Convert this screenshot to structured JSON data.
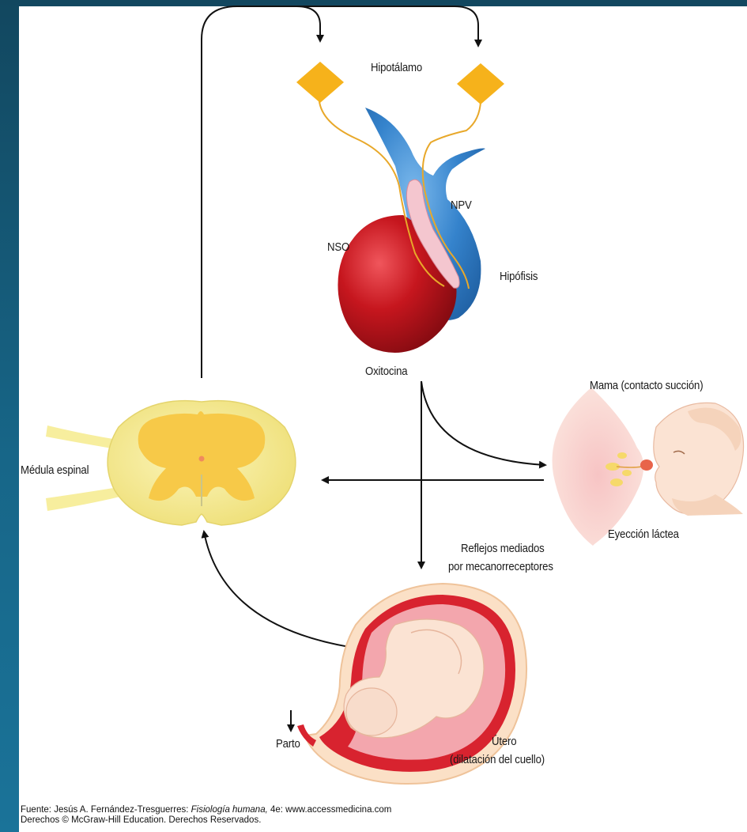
{
  "labels": {
    "hypothalamus": "Hipotálamo",
    "npv": "NPV",
    "nso": "NSO",
    "pituitary": "Hipófisis",
    "oxytocin": "Oxitocina",
    "breast": "Mama (contacto succión)",
    "spinal_cord": "Médula espinal",
    "milk_ejection": "Eyección láctea",
    "reflex_line1": "Reflejos mediados",
    "reflex_line2": "por mecanorreceptores",
    "uterus_line1": "Útero",
    "uterus_line2": "(dilatación del cuello)",
    "birth": "Parto"
  },
  "credit": {
    "prefix": "Fuente: Jesús A. Fernández-Tresguerres: ",
    "book": "Fisiología humana,",
    "suffix": " 4e: www.accessmedicina.com",
    "line2": "Derechos © McGraw-Hill Education. Derechos Reservados."
  },
  "colors": {
    "background": "#14587a",
    "nucleus_diamond": "#f6b21b",
    "anterior_pituitary": "#c01820",
    "posterior_pituitary": "#2f7fc6",
    "spinal_gray_matter": "#f7c948",
    "spinal_white_matter": "#f8ef9a"
  }
}
